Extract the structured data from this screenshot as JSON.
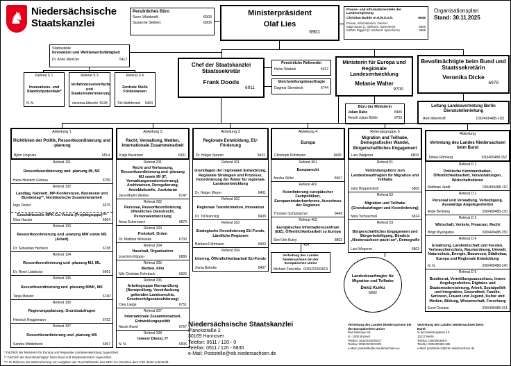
{
  "header": {
    "brand_line1": "Niedersächsische",
    "brand_line2": "Staatskanzlei",
    "plan_label": "Organisationsplan",
    "stand": "Stand: 30.11.2025"
  },
  "personal_office": {
    "title": "Persönliches Büro",
    "members": [
      {
        "name": "Sven Wiedwelt",
        "phone": "6903"
      },
      {
        "name": "Susanne Seibert",
        "phone": "6905"
      }
    ]
  },
  "mp": {
    "title": "Ministerpräsident",
    "name": "Olaf Lies",
    "phone": "6901"
  },
  "press": {
    "title": "Presse- und Informationsstelle der Landesregierung",
    "head_name": "Christian Budde m.d.W.d.G.b.",
    "head_phone": "6946",
    "subtitle": "Presse, Informationen, Internet",
    "members": [
      {
        "name": "Katja Sauer (1. stellvertr. Sprecherin)",
        "phone": "6006"
      },
      {
        "name": "Kathrin Riggert (2. stellvertr. Sprecherin)",
        "phone": "6965"
      }
    ]
  },
  "stabsstelle": {
    "label": "Stabsstelle",
    "title": "Innovation und Wettbewerbsfähigkeit",
    "name": "Dr. Anne Meincke",
    "phone": "5412"
  },
  "s_referate": [
    {
      "referat": "Referat S 1",
      "title": "Innovations- und Standortpotentiale*",
      "name": "N. N.",
      "phone": ""
    },
    {
      "referat": "Referat S 3",
      "title": "Verfahrensvereinfachung und Staatsmodernisierung",
      "name": "Vanessa Altevolz",
      "phone": "5628"
    },
    {
      "referat": "Referat S 4",
      "title": "Zentrale Stelle Förderwesen",
      "name": "Tilo Methfessel",
      "phone": "5463"
    }
  ],
  "cds": {
    "title1": "Chef der Staatskanzlei",
    "title2": "Staatssekretär",
    "name": "Frank Doods",
    "phone": "6911"
  },
  "pers_referentin": {
    "title": "Persönliche Referentin",
    "name": "Heike Warbek",
    "phone": "6912"
  },
  "gleichstellung": {
    "title": "Gleichstellungsbeauftragte",
    "name": "Dagmar Sternbeck",
    "phone": "6744"
  },
  "ministerin": {
    "title": "Ministerin für Europa und Regionale Landesentwicklung",
    "name": "Melanie Walter",
    "phone": "9700"
  },
  "buero_ministerin": {
    "title": "Büro der Ministerin",
    "members": [
      {
        "name": "Julian Rabe",
        "phone": "8490"
      },
      {
        "name": "Henrik Julian Böhle",
        "phone": "9703"
      }
    ]
  },
  "bevollmaechtigte": {
    "title": "Bevollmächtigte beim Bund und Staatssekretärin",
    "name": "Veronika Dicke",
    "phone": "6979"
  },
  "leitung_berlin": {
    "title1": "Leitung Landesvertretung Berlin",
    "title2": "Dienststellenleitung",
    "name": "Axel Rienhoff",
    "phone": "030/400488-103"
  },
  "columns": [
    {
      "units": [
        {
          "referat": "Abteilung 1",
          "title": "Richtlinien der Politik, Ressortkoordinierung und -planung",
          "name": "Björn Ungruhe",
          "phone": "6514"
        },
        {
          "referat": "Referat 101",
          "title": "Ressortkoordinierung und -planung MI, MF",
          "name": "Hans-Heinrich Gronau",
          "phone": "6756"
        },
        {
          "referat": "Referat 102",
          "title": "Landtag, Kabinett, MP-Konferenzen, Bundesrat und Bundestag**, Norddeutsche Zusammenarbeit",
          "name": "Ingo Delzer",
          "phone": "6975",
          "sub_title": "Geschäftsstelle MPK-Co-Vorsitz (Projektgruppe)***",
          "sub_name": "Nina Hacker",
          "sub_phone": "6964"
        },
        {
          "referat": "Referat 103",
          "title": "Ressortkoordinierung und -planung MW sowie MS (Arbeit)",
          "name": "Dr. Sebastian Herbeck",
          "phone": "6738"
        },
        {
          "referat": "Referat 104",
          "title": "Ressortkoordinierung und -planung MJ, ML",
          "name": "Dr. René Lüddecke",
          "phone": "6961"
        },
        {
          "referat": "Referat 105",
          "title": "Ressortkoordinierung und -planung MWK, MK",
          "name": "Tanja Meister",
          "phone": "6740"
        },
        {
          "referat": "Referat 106",
          "title": "Regierungsplanung, Grundsatzfragen",
          "name": "Heinrich Heggemann",
          "phone": "6752"
        },
        {
          "referat": "Referat 107",
          "title": "Ressortkoordinierung und -planung MS",
          "name": "Sandra Middelbeck",
          "phone": "6967"
        }
      ]
    },
    {
      "units": [
        {
          "referat": "Abteilung 2",
          "title": "Recht, Verwaltung, Medien, Internationale Zusammenarbeit",
          "name": "Katja Baumann",
          "phone": "6931"
        },
        {
          "referat": "Referat 201",
          "title": "Recht und Verfassung, Ressortkoordinierung und -planung MJ sowie MI (IT, Verwaltungsmodernisierung), Archivwesen, Deregulierung, Amtsblattstelle, Justiziariat",
          "name": "Jens-Martin Weißer",
          "phone": "6747"
        },
        {
          "referat": "Referat 202",
          "title": "Personal, Ressortkoordinierung öffentliches Dienstrecht, Personalentwicklung",
          "name": "Anna Eckermann",
          "phone": "6870"
        },
        {
          "referat": "Referat 203",
          "title": "Protokoll, Orden",
          "name": "Dr. Mathias Wolwode",
          "phone": "6730"
        },
        {
          "referat": "Referat 204",
          "title": "Haushalt, Organisation",
          "name": "Joachim Klöpper",
          "phone": "6886"
        },
        {
          "referat": "Referat 205",
          "title": "Medien, Film",
          "name": "Nils Christian Rohrbach",
          "phone": "6926"
        },
        {
          "referat": "Referat 206",
          "title": "Arbeitsgruppe Normprüfung (Normprüfung, Vereinfachung geltenden Landesrechts, Gesetzesfolgenabschätzung)",
          "name": "Clea Laage",
          "phone": "6751"
        },
        {
          "referat": "Referat 207",
          "title": "Internationale Zusammenarbeit, Entwicklungspolitik",
          "name": "Nicole Ewert",
          "phone": "6767"
        },
        {
          "referat": "Referat 208",
          "title": "Innerer Dienst, IT",
          "name": "N. N.",
          "phone": "6906"
        }
      ]
    },
    {
      "units": [
        {
          "referat": "Abteilung 3",
          "title": "Regionale Entwicklung, EU-Förderung",
          "name": "Dr. Holger Spreen",
          "phone": "8432"
        },
        {
          "referat": "Referat 301",
          "title": "Grundlagen der regionalen Entwicklung, Regionale Strategien und Prozesse, Koordinierung der Ämter für regionale Landesentwicklung",
          "name": "Dr. Holger Weyer",
          "phone": "8401"
        },
        {
          "referat": "Referat 302",
          "title": "Regionale Transformation, Innovation",
          "name": "Dr. Till Manning",
          "phone": "8439"
        },
        {
          "referat": "Referat 303",
          "title": "Strategische Koordinierung EU-Fonds, Ländliche Regionen",
          "name": "Barbara Fährmann",
          "phone": "8403"
        },
        {
          "referat": "Referat 304",
          "title": "Interreg, Öffentlichkeitsarbeit EU-Fonds",
          "name": "Xenia Behnke",
          "phone": "8407"
        }
      ]
    },
    {
      "units": [
        {
          "referat": "Abteilung 4",
          "title": "Europa",
          "name": "Christoph Pohlmann",
          "phone": "8495"
        },
        {
          "referat": "Referat 401",
          "title": "Europarecht",
          "name": "Annika Stiller",
          "phone": "8467"
        },
        {
          "referat": "Referat 402",
          "title": "Koordinierung europäischer Fachpolitiken, Europaministerkonferenz, Ausschuss der Regionen",
          "name": "Thorsten Schumacher",
          "phone": "8449"
        },
        {
          "referat": "Referat 403",
          "title": "Europäisches Informationszentrum (EIZ), Öffentlichkeitsarbeit zu Europa",
          "name": "Sirel Ürk-Kuley",
          "phone": "8862"
        }
      ]
    },
    {
      "units": [
        {
          "referat": "Referatsgruppe 5",
          "title": "Migration und Teilhabe, Demografischer Wandel, Bürgerschaftliches Engagement",
          "name": "Lars Wegener",
          "phone": "6803"
        },
        {
          "referat": "Referat 51",
          "title": "Verbindungsbüro zum Landesbeauftragten für Migration und Teilhabe",
          "name": "Julia Hoppenstedt",
          "phone": "6806"
        },
        {
          "referat": "Referat 52",
          "title": "Migration und Teilhabe (Grundsatzfragen und Koordinierung)",
          "name": "Nina Tschuschoß",
          "phone": "6824"
        },
        {
          "referat": "Referat 53",
          "title": "Bürgerschaftliches Engagement und Bürgerbeteiligung, Bündnis „Niedersachsen packt an“, Demografie",
          "name": "Lars Wegener",
          "phone": "6803"
        }
      ]
    },
    {
      "units": [
        {
          "referat": "Abteilung",
          "title": "Vertretung des Landes Niedersachsen beim Bund",
          "name": "Tobias Röhberg",
          "phone": "030/400488-152"
        },
        {
          "referat": "Referat D 1",
          "title": "Politische Kommunikation, Öffentlichkeitsarbeit, Veranstaltungen, Wirtschaftsdienst",
          "name": "Matthias Jandt",
          "phone": "030/400488-110"
        },
        {
          "referat": "Referat D 2",
          "title": "Personal und Verwaltung, Verteidigung, Auswärtige Angelegenheiten",
          "name": "Antje Bertrang",
          "phone": "030/400488-130"
        },
        {
          "referat": "Referat D 3",
          "title": "Wirtschaft, Verkehr, Finanzen, Recht",
          "name": "Birgit Wyengatke",
          "phone": "030/400488-150"
        },
        {
          "referat": "Referat D 4",
          "title": "Ernährung, Landwirtschaft und Forsten, Verbraucherschutz, Raumordnung, Umwelt, Naturschutz, Energie, Bauwesen, Städtebau, Europa und Regionale Entwicklung",
          "name": "N. N.",
          "phone": "030/400488-140"
        },
        {
          "referat": "Referat D 5",
          "title": "Bundesrat, Vermittlungsausschuss, Innere Angelegenheiten, Digitales und Staatsmodernisierung, Arbeit, Sozialpolitik und Integration, Gesundheit, Familie, Senioren, Frauen und Jugend, Kultur und Medien, Bildung, Wissenschaft, Forschung",
          "name": "Enno Dreman",
          "phone": "030/400488-151"
        }
      ]
    }
  ],
  "box_404": {
    "connector_label": "404",
    "title": "Vertretung des Landes Niedersachsen bei der Europäischen Union",
    "name": "Michael Freericks",
    "phone": "0032/22302613"
  },
  "landesbeauftragter": {
    "title": "Landesbeauftragter für Migration und Teilhabe",
    "name": "Deniz Kurku",
    "phone": "6802"
  },
  "footnotes": [
    "* Fachlich der Ministerin für Europa und Regionale Landesentwicklung zugeordnet.",
    "** Fachlich der Bevollmächtigten beim Bund und Staatssekretärin zugeordnet.",
    "*** Im Rahmen der Wahrnehmung von Aufgaben der Geschäftsstelle des MPK-Co-Vorsitzes dem CdS direkt unterstellt."
  ],
  "footer": {
    "stk": {
      "title": "Niedersächsische Staatskanzlei",
      "lines": [
        "Planckstraße 2",
        "30169 Hannover",
        "Telefon: 0511 / 120 - 0",
        "Telefax: 0511 / 120 - 6830",
        "e-Mail: Poststelle@stk.niedersachsen.de"
      ]
    },
    "eu": {
      "title": "Vertretung des Landes Niedersachsen bei der Europäischen Union",
      "lines": [
        "Rue Montoyer 61",
        "B - 1000 Brüssel",
        "Telefon: 0032/2/230/0017",
        "Telefax: 0032/2/230/1320",
        "e-Mail: poststelle@lv.niedersachsen.eu"
      ]
    },
    "bund": {
      "title": "Vertretung des Landes Niedersachsen beim Bund",
      "lines": [
        "In den Ministergärten 10",
        "10117 Berlin",
        "Telefon: 030/400488-0",
        "Telefax: 030/400488-186",
        "e-Mail: poststelle-lv@mb.niedersachsen.de"
      ]
    }
  }
}
